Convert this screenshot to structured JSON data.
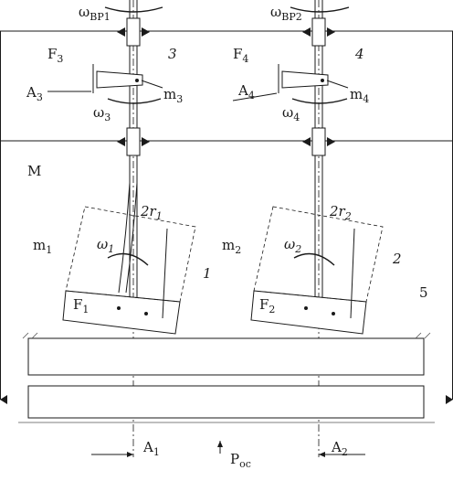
{
  "labels": {
    "omega_bp1": {
      "base": "ω",
      "sub": "BP1"
    },
    "omega_bp2": {
      "base": "ω",
      "sub": "BP2"
    },
    "f3": {
      "base": "F",
      "sub": "3"
    },
    "a3": {
      "base": "A",
      "sub": "3"
    },
    "omega3": {
      "base": "ω",
      "sub": "3"
    },
    "m3": {
      "base": "m",
      "sub": "3"
    },
    "num3": "3",
    "f4": {
      "base": "F",
      "sub": "4"
    },
    "a4": {
      "base": "A",
      "sub": "4"
    },
    "omega4": {
      "base": "ω",
      "sub": "4"
    },
    "m4": {
      "base": "m",
      "sub": "4"
    },
    "num4": "4",
    "M": "M",
    "r1": {
      "base": "2r",
      "sub": "1"
    },
    "r2": {
      "base": "2r",
      "sub": "2"
    },
    "m1": {
      "base": "m",
      "sub": "1"
    },
    "m2": {
      "base": "m",
      "sub": "2"
    },
    "omega1": {
      "base": "ω",
      "sub": "1"
    },
    "omega2": {
      "base": "ω",
      "sub": "2"
    },
    "num1": "1",
    "num2": "2",
    "num5": "5",
    "F1": {
      "base": "F",
      "sub": "1"
    },
    "F2": {
      "base": "F",
      "sub": "2"
    },
    "A1": {
      "base": "A",
      "sub": "1"
    },
    "A2": {
      "base": "A",
      "sub": "2"
    },
    "Poc": {
      "base": "P",
      "sub": "oc"
    }
  },
  "colors": {
    "line": "#1a1a1a",
    "hatch": "#555555"
  }
}
